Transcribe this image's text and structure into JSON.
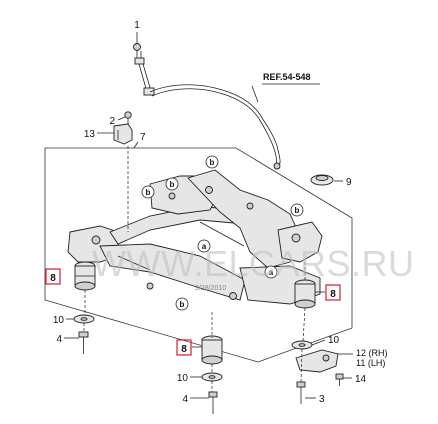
{
  "reference": "REF.54-548",
  "watermark": "WWW.ELCARS.RU",
  "date_stamp": "9/28/2010",
  "part_labels": {
    "p1": "1",
    "p2": "2",
    "p3": "3",
    "p4_left": "4",
    "p4_bottom": "4",
    "p7": "7",
    "p9": "9",
    "p10_left": "10",
    "p10_bottom": "10",
    "p10_right": "10",
    "p12": "12 (RH)",
    "p11": "11 (LH)",
    "p13": "13",
    "p14": "14"
  },
  "highlighted_labels": {
    "left": "8",
    "front": "8",
    "right": "8"
  },
  "callouts": {
    "b1": "b",
    "b2": "b",
    "b3": "b",
    "b4": "b",
    "b5": "b",
    "a1": "a",
    "a2": "a"
  },
  "colors": {
    "highlight_box": "#d0202a",
    "line": "#222222",
    "watermark": "#bdbdbd"
  }
}
